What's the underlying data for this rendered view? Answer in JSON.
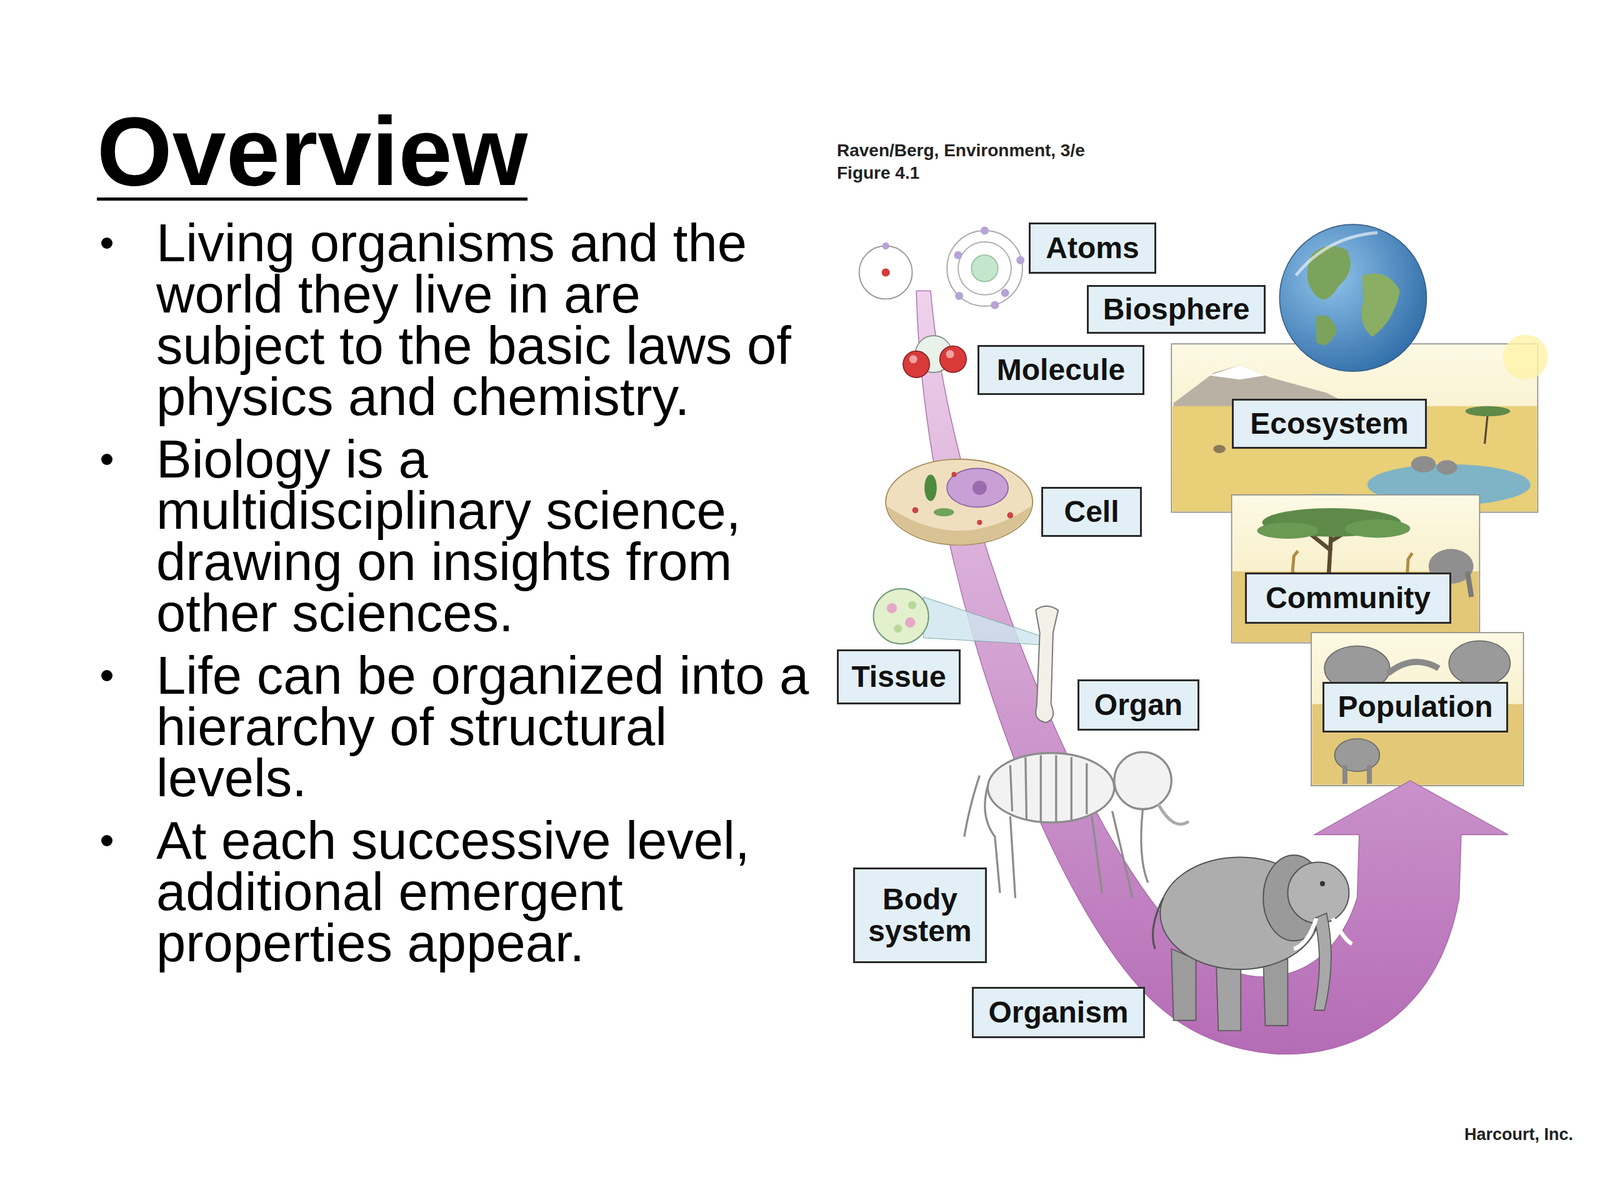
{
  "diagram": {
    "title": "Overview",
    "nodes": [
      {
        "text": [
          "Atoms"
        ]
      },
      {
        "text": [
          "Biosphere"
        ]
      },
      {
        "text": [
          "Molecule"
        ]
      },
      {
        "text": [
          "Ecosystem"
        ]
      },
      {
        "text": [
          "Cell"
        ]
      },
      {
        "text": [
          "Community"
        ]
      },
      {
        "text": [
          "Tissue"
        ]
      },
      {
        "text": [
          "Organ"
        ]
      },
      {
        "text": [
          "Population"
        ]
      },
      {
        "text": [
          "Body system"
        ]
      },
      {
        "text": [
          "Organism"
        ]
      }
    ],
    "labels": [
      "Living organisms and the world they live in are subject to the basic laws of physics and chemistry.",
      "Biology is a multidisciplinary science, drawing on insights from other sciences.",
      "Life can be organized into a hierarchy of structural levels.",
      "At each successive level, additional emergent properties appear.",
      "Raven/Berg, Environment, 3/e",
      "Figure 4.1",
      "Harcourt, Inc."
    ]
  }
}
